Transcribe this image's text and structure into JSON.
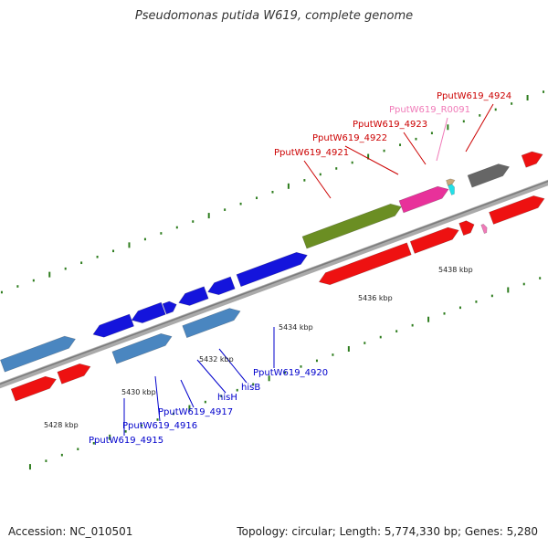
{
  "title": "Pseudomonas putida W619, complete genome",
  "footer": {
    "accession": "Accession: NC_010501",
    "summary": "Topology: circular; Length: 5,774,330 bp; Genes: 5,280"
  },
  "colors": {
    "backbone": "#8c8c8c",
    "tick": "#2e7d1e",
    "cds_blue": "#1414dc",
    "steel_blue": "#4a86c0",
    "red": "#ee1111",
    "olive": "#6b8e23",
    "magenta": "#e8319a",
    "cyan": "#22e0e8",
    "gray": "#666666",
    "tan": "#c8a878",
    "label_red": "#cc0000",
    "label_pink": "#f07ab8",
    "label_blue": "#0000cc"
  },
  "ticks": [
    {
      "text": "5428 kbp"
    },
    {
      "text": "5430 kbp"
    },
    {
      "text": "5432 kbp"
    },
    {
      "text": "5434 kbp"
    },
    {
      "text": "5436 kbp"
    },
    {
      "text": "5438 kbp"
    }
  ],
  "labels": [
    {
      "text": "PputW619_4924",
      "color": "label_red"
    },
    {
      "text": "PputW619_R0091",
      "color": "label_pink"
    },
    {
      "text": "PputW619_4923",
      "color": "label_red"
    },
    {
      "text": "PputW619_4922",
      "color": "label_red"
    },
    {
      "text": "PputW619_4921",
      "color": "label_red"
    },
    {
      "text": "PputW619_4920",
      "color": "label_blue"
    },
    {
      "text": "hisB",
      "color": "label_blue"
    },
    {
      "text": "hisH",
      "color": "label_blue"
    },
    {
      "text": "PputW619_4917",
      "color": "label_blue"
    },
    {
      "text": "PputW619_4916",
      "color": "label_blue"
    },
    {
      "text": "PputW619_4915",
      "color": "label_blue"
    }
  ]
}
